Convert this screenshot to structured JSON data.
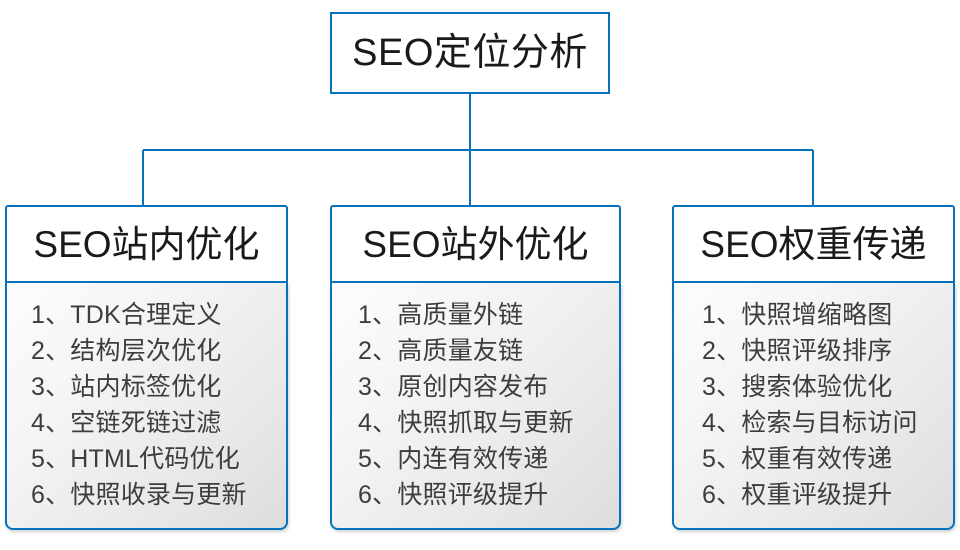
{
  "diagram": {
    "type": "org-chart",
    "colors": {
      "line": "#0672BC",
      "border": "#0672BC",
      "head_background": "#FFFFFF",
      "body_gradient_start": "#FDFDFD",
      "body_gradient_end": "#DCDCDC",
      "title_text": "#1A1A1A",
      "item_text": "#3D3D3D"
    },
    "root": {
      "title": "SEO定位分析"
    },
    "branches": [
      {
        "title": "SEO站内优化",
        "items": [
          "1、TDK合理定义",
          "2、结构层次优化",
          "3、站内标签优化",
          "4、空链死链过滤",
          "5、HTML代码优化",
          "6、快照收录与更新"
        ]
      },
      {
        "title": "SEO站外优化",
        "items": [
          "1、高质量外链",
          "2、高质量友链",
          "3、原创内容发布",
          "4、快照抓取与更新",
          "5、内连有效传递",
          "6、快照评级提升"
        ]
      },
      {
        "title": "SEO权重传递",
        "items": [
          "1、快照增缩略图",
          "2、快照评级排序",
          "3、搜索体验优化",
          "4、检索与目标访问",
          "5、权重有效传递",
          "6、权重评级提升"
        ]
      }
    ]
  }
}
